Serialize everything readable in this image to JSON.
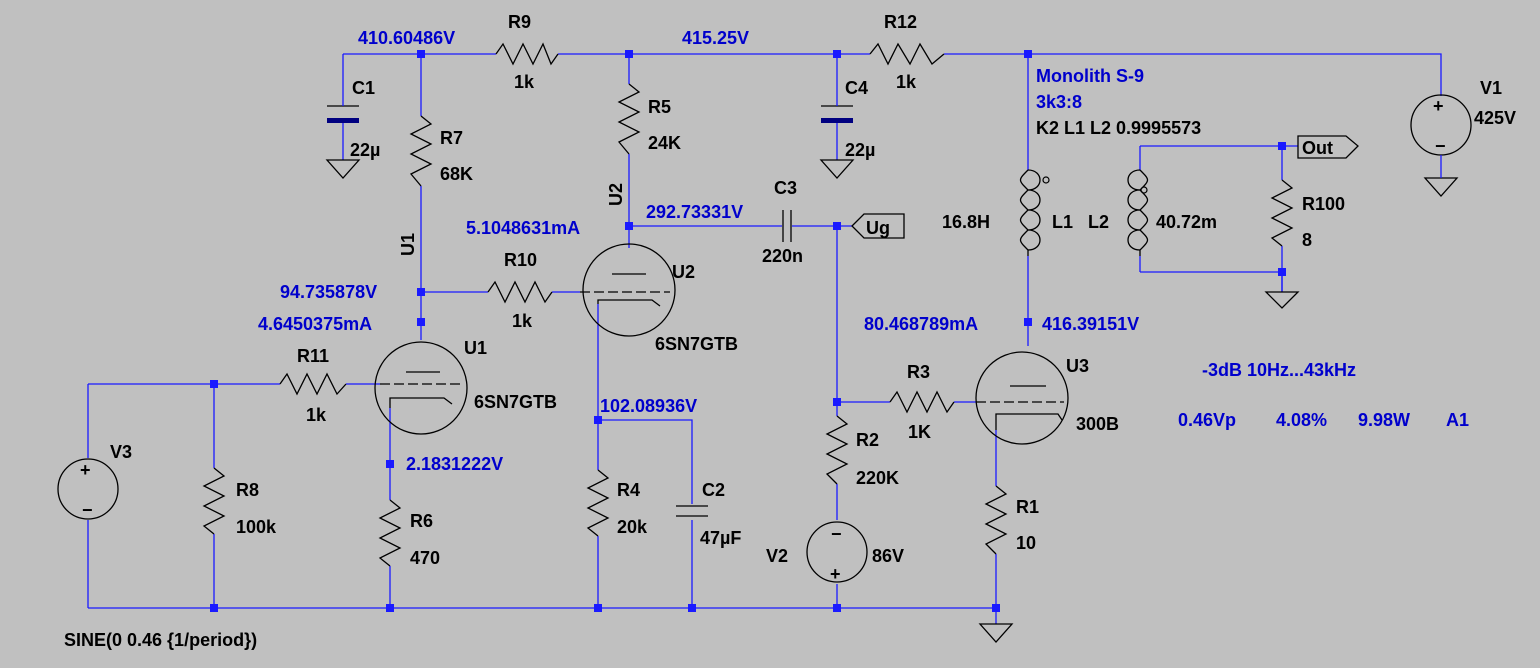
{
  "components": {
    "C1": {
      "name": "C1",
      "value": "22µ"
    },
    "C2": {
      "name": "C2",
      "value": "47µF"
    },
    "C3": {
      "name": "C3",
      "value": "220n"
    },
    "C4": {
      "name": "C4",
      "value": "22µ"
    },
    "R1": {
      "name": "R1",
      "value": "10"
    },
    "R2": {
      "name": "R2",
      "value": "220K"
    },
    "R3": {
      "name": "R3",
      "value": "1K"
    },
    "R4": {
      "name": "R4",
      "value": "20k"
    },
    "R5": {
      "name": "R5",
      "value": "24K"
    },
    "R6": {
      "name": "R6",
      "value": "470"
    },
    "R7": {
      "name": "R7",
      "value": "68K"
    },
    "R8": {
      "name": "R8",
      "value": "100k"
    },
    "R9": {
      "name": "R9",
      "value": "1k"
    },
    "R10": {
      "name": "R10",
      "value": "1k"
    },
    "R11": {
      "name": "R11",
      "value": "1k"
    },
    "R12": {
      "name": "R12",
      "value": "1k"
    },
    "R100": {
      "name": "R100",
      "value": "8"
    },
    "L1": {
      "name": "L1",
      "value": "16.8H"
    },
    "L2": {
      "name": "L2",
      "value": "40.72m"
    },
    "V1": {
      "name": "V1",
      "value": "425V"
    },
    "V2": {
      "name": "V2",
      "value": "86V"
    },
    "V3": {
      "name": "V3",
      "value": "SINE(0 0.46 {1/period})"
    },
    "U1": {
      "name": "U1",
      "model": "6SN7GTB",
      "tag": "U1"
    },
    "U2": {
      "name": "U2",
      "model": "6SN7GTB",
      "tag": "U2"
    },
    "U3": {
      "name": "U3",
      "model": "300B"
    }
  },
  "directives": {
    "monolith": "Monolith S-9",
    "ratio": "3k3:8",
    "coupling": "K2 L1 L2 0.9995573",
    "response": "-3dB 10Hz...43kHz",
    "results": [
      "0.46Vp",
      "4.08%",
      "9.98W",
      "A1"
    ]
  },
  "netlabels": {
    "out": "Out",
    "ug": "Ug"
  },
  "operating_points": {
    "v_410": "410.60486V",
    "v_415": "415.25V",
    "v_292": "292.73331V",
    "i_5104": "5.1048631mA",
    "v_94": "94.735878V",
    "i_4645": "4.6450375mA",
    "v_102": "102.08936V",
    "v_2183": "2.1831222V",
    "i_80": "80.468789mA",
    "v_416": "416.39151V"
  },
  "colors": {
    "background": "#c0c0c0",
    "wire": "#1a1aff",
    "op_text": "#0000cc",
    "symbol": "#000000"
  }
}
